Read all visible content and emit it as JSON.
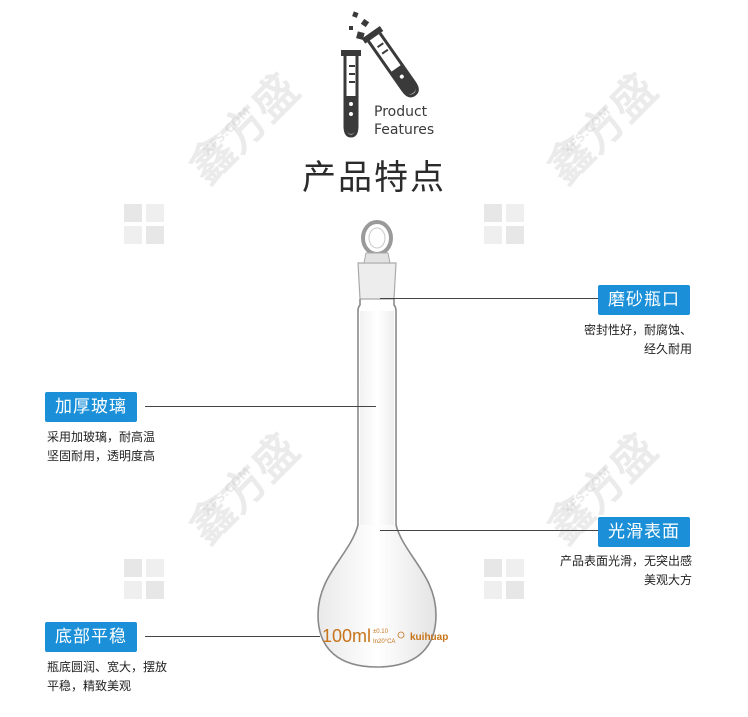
{
  "header": {
    "icon": "test-tube-icon",
    "product_label_line1": "Product",
    "product_label_line2": "Features",
    "title": "产品特点"
  },
  "features": [
    {
      "id": "ground-glass-mouth",
      "tag": "磨砂瓶口",
      "desc_line1": "密封性好，耐腐蚀、",
      "desc_line2": "经久耐用"
    },
    {
      "id": "thick-glass",
      "tag": "加厚玻璃",
      "desc_line1": "采用加玻璃，耐高温",
      "desc_line2": "坚固耐用，透明度高"
    },
    {
      "id": "smooth-surface",
      "tag": "光滑表面",
      "desc_line1": "产品表面光滑，无突出感",
      "desc_line2": "美观大方"
    },
    {
      "id": "flat-bottom",
      "tag": "底部平稳",
      "desc_line1": "瓶底圆润、宽大，摆放",
      "desc_line2": "平稳，精致美观"
    }
  ],
  "flask": {
    "volume_label": "100ml",
    "tolerance_label": "±0.10",
    "temp_label": "In20°CA",
    "brand_label": "kuihuap"
  },
  "watermark": {
    "text": "XFS.COM",
    "brand": "鑫方盛"
  },
  "colors": {
    "accent": "#1b90d8",
    "flask_print": "#c8741a"
  }
}
